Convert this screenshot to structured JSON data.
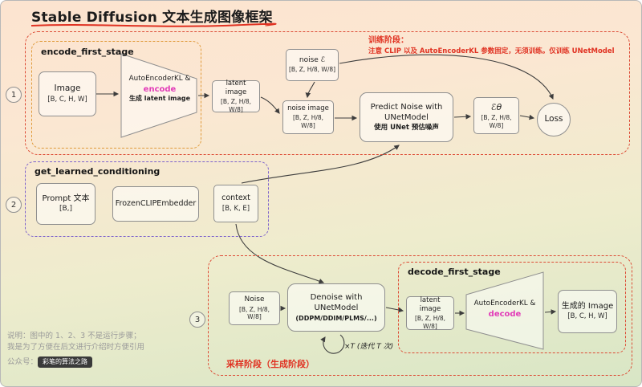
{
  "title": "Stable Diffusion 文本生成图像框架",
  "colors": {
    "accent_red": "#e03222",
    "accent_orange": "#e09a3a",
    "accent_purple": "#7d62cc",
    "magenta": "#e23bb8"
  },
  "training": {
    "step": "1",
    "region_label": "encode_first_stage",
    "note_title": "训练阶段：",
    "note_body": "注意 CLIP 以及 AutoEncoderKL 参数固定，无须训练。仅训练 UNetModel",
    "image": {
      "l1": "Image",
      "l2": "[B, C, H, W]"
    },
    "encoder": {
      "l1": "AutoEncoderKL &",
      "l2": "encode",
      "l3": "生成 latent image"
    },
    "latent": {
      "l1": "latent image",
      "l2": "[B, Z, H/8, W/8]"
    },
    "noise": {
      "l1": "noise ℰ",
      "l2": "[B, Z, H/8, W/8]"
    },
    "noise_image": {
      "l1": "noise image",
      "l2": "[B, Z, H/8, W/8]"
    },
    "predict": {
      "l1": "Predict Noise with",
      "l2": "UNetModel",
      "l3": "使用 UNet 预估噪声"
    },
    "eps": {
      "l1": "ℰθ",
      "l2": "[B, Z, H/8, W/8]"
    },
    "loss": "Loss"
  },
  "conditioning": {
    "step": "2",
    "region_label": "get_learned_conditioning",
    "prompt": {
      "l1": "Prompt 文本",
      "l2": "[B,]"
    },
    "clip": {
      "l1": "FrozenCLIPEmbedder"
    },
    "context": {
      "l1": "context",
      "l2": "[B, K, E]"
    }
  },
  "sampling": {
    "step": "3",
    "stage_label": "采样阶段（生成阶段）",
    "decode_region_label": "decode_first_stage",
    "noise": {
      "l1": "Noise",
      "l2": "[B, Z, H/8, W/8]"
    },
    "denoise": {
      "l1": "Denoise with UNetModel",
      "l2": "(DDPM/DDIM/PLMS/...)"
    },
    "loop_label": "×T (迭代 T 次)",
    "latent": {
      "l1": "latent image",
      "l2": "[B, Z, H/8, W/8]"
    },
    "decoder": {
      "l1": "AutoEncoderKL &",
      "l2": "decode"
    },
    "output": {
      "l1": "生成的 Image",
      "l2": "[B, C, H, W]"
    }
  },
  "footnote": {
    "line1": "说明：图中的 1、2、3 不是运行步骤；",
    "line2": "我是为了方便在后文进行介绍时方便引用",
    "wechat_label": "公众号：",
    "wechat_name": "彩笔的算法之路"
  }
}
